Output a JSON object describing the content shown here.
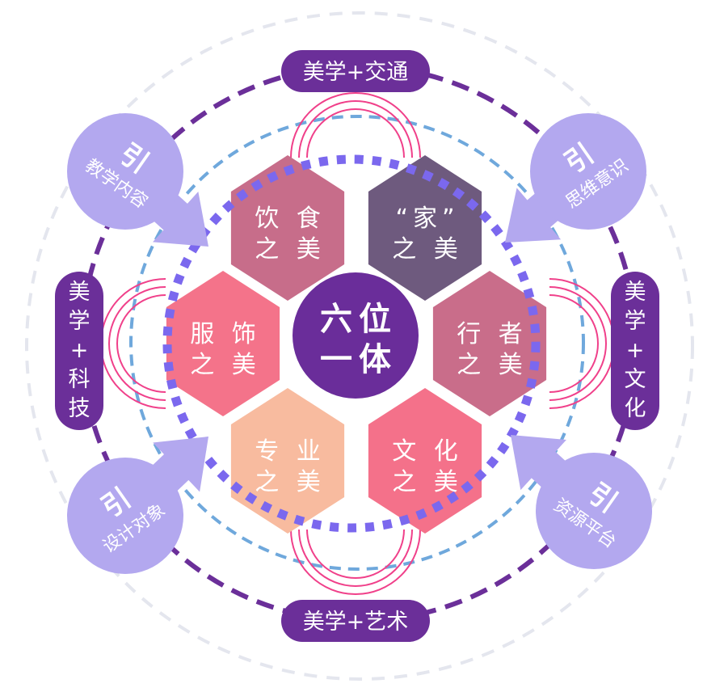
{
  "center": {
    "line1": "六位",
    "line2": "一体"
  },
  "hexagons": [
    {
      "line1": "饮 食",
      "line2": "之 美",
      "color": "#c76d8a"
    },
    {
      "line1": "“家”",
      "line2": "之 美",
      "color": "#6e5a7e"
    },
    {
      "line1": "服 饰",
      "line2": "之 美",
      "color": "#f4738a"
    },
    {
      "line1": "行 者",
      "line2": "之 美",
      "color": "#c96d8a"
    },
    {
      "line1": "专 业",
      "line2": "之 美",
      "color": "#f8bb9f"
    },
    {
      "line1": "文 化",
      "line2": "之 美",
      "color": "#f4718a"
    }
  ],
  "pills": {
    "top": "美学+交通",
    "bottom": "美学+艺术",
    "left": [
      "美",
      "学",
      "+",
      "科",
      "技"
    ],
    "right": [
      "美",
      "学",
      "+",
      "文",
      "化"
    ]
  },
  "bubbles": [
    {
      "head": "引",
      "text": "教学内容"
    },
    {
      "head": "引",
      "text": "思维意识"
    },
    {
      "head": "引",
      "text": "设计对象"
    },
    {
      "head": "引",
      "text": "资源平台"
    }
  ],
  "colors": {
    "pill": "#6b2f99",
    "bubble": "#b3a8ef",
    "arc": "#f0408a",
    "dots": "#7b68ee",
    "blue": "#6fa8dc",
    "gray": "#e4e6ee"
  }
}
